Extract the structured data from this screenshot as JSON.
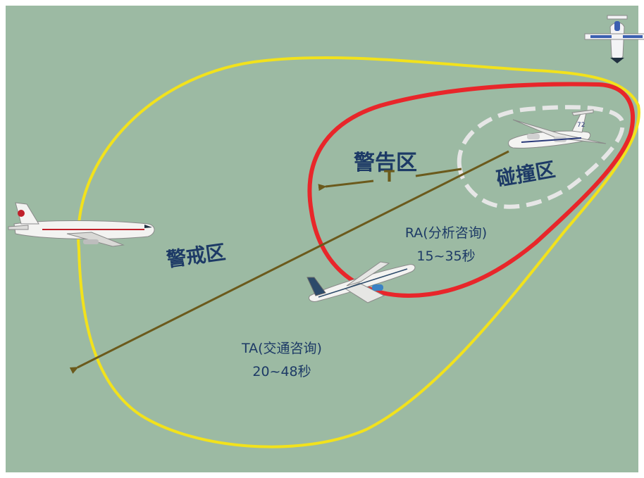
{
  "colors": {
    "background": "#9cbaa3",
    "frame": "#ffffff",
    "yellow_zone": "#f2e21c",
    "red_zone": "#e8262a",
    "collision_zone": "#e6e6e6",
    "trajectory": "#6b5a1c",
    "text": "#1d3a66"
  },
  "zones": {
    "caution_label": "警戒区",
    "warning_label": "警告区",
    "collision_label": "碰撞区"
  },
  "ta": {
    "line1": "TA(交通咨询)",
    "line2": "20~48秒"
  },
  "ra": {
    "line1": "RA(分析咨询)",
    "line2": "15~35秒"
  },
  "marker_label": "T",
  "aircraft": {
    "jumbo_jet": "jumbo-jet-icon",
    "turboprop": "turboprop-icon",
    "airliner": "airliner-icon",
    "small_jet": "small-jet-icon"
  }
}
